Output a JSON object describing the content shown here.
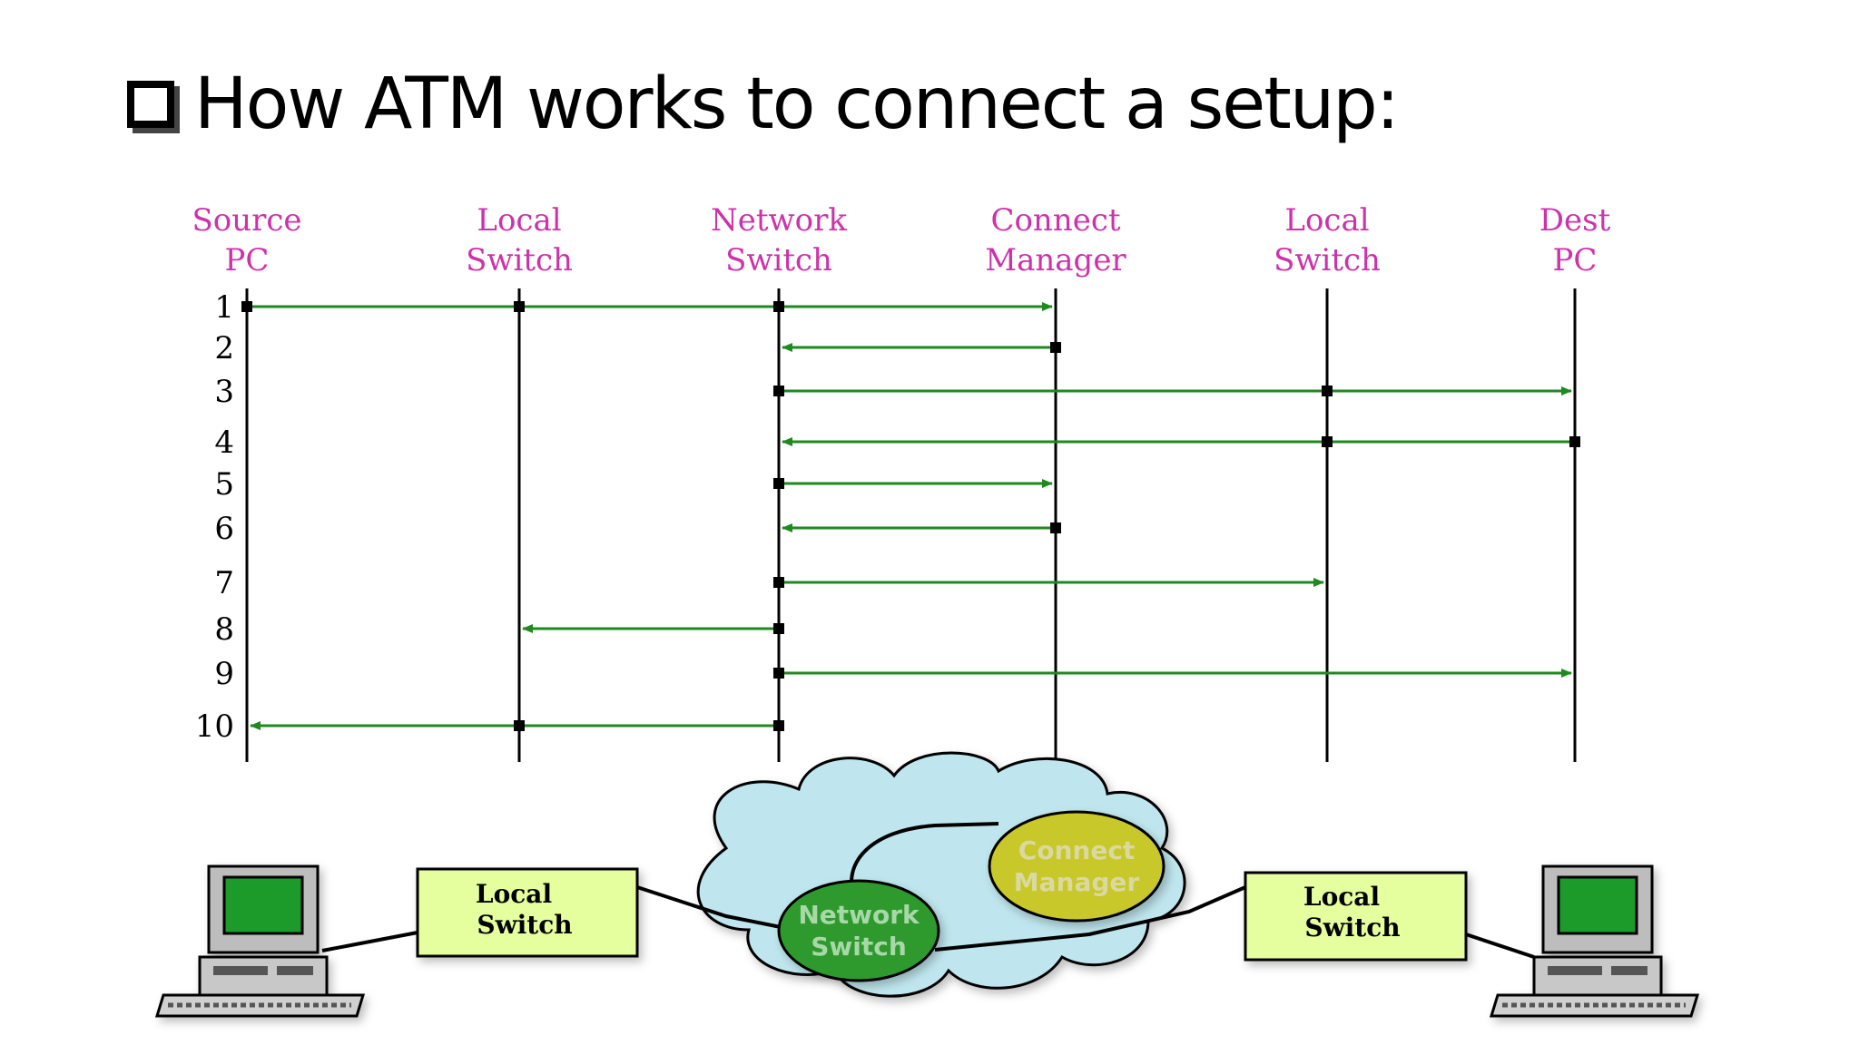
{
  "slide": {
    "title": "How ATM works to connect a setup:"
  },
  "colors": {
    "header_text": "#cc33aa",
    "arrow": "#1f8a1f",
    "cloud": "#bfe6ee",
    "network_switch": "#2f9a2f",
    "connect_manager": "#c8c82a",
    "switch_box": "#e6ff9e"
  },
  "columns": [
    {
      "line1": "Source",
      "line2": "PC"
    },
    {
      "line1": "Local",
      "line2": "Switch"
    },
    {
      "line1": "Network",
      "line2": "Switch"
    },
    {
      "line1": "Connect",
      "line2": "Manager"
    },
    {
      "line1": "Local",
      "line2": "Switch"
    },
    {
      "line1": "Dest",
      "line2": "PC"
    }
  ],
  "steps": [
    {
      "label": "1",
      "from": 0,
      "to": 3,
      "via": [
        1,
        2
      ]
    },
    {
      "label": "2",
      "from": 3,
      "to": 2,
      "via": []
    },
    {
      "label": "3",
      "from": 2,
      "to": 5,
      "via": [
        4
      ]
    },
    {
      "label": "4",
      "from": 5,
      "to": 2,
      "via": [
        4
      ]
    },
    {
      "label": "5",
      "from": 2,
      "to": 3,
      "via": []
    },
    {
      "label": "6",
      "from": 3,
      "to": 2,
      "via": []
    },
    {
      "label": "7",
      "from": 2,
      "to": 4,
      "via": []
    },
    {
      "label": "8",
      "from": 2,
      "to": 1,
      "via": []
    },
    {
      "label": "9",
      "from": 2,
      "to": 5,
      "via": []
    },
    {
      "label": "10",
      "from": 2,
      "to": 0,
      "via": [
        1
      ]
    }
  ],
  "network": {
    "left_switch": {
      "line1": "Local",
      "line2": "Switch"
    },
    "right_switch": {
      "line1": "Local",
      "line2": "Switch"
    },
    "network_switch": {
      "line1": "Network",
      "line2": "Switch"
    },
    "connect_manager": {
      "line1": "Connect",
      "line2": "Manager"
    }
  }
}
